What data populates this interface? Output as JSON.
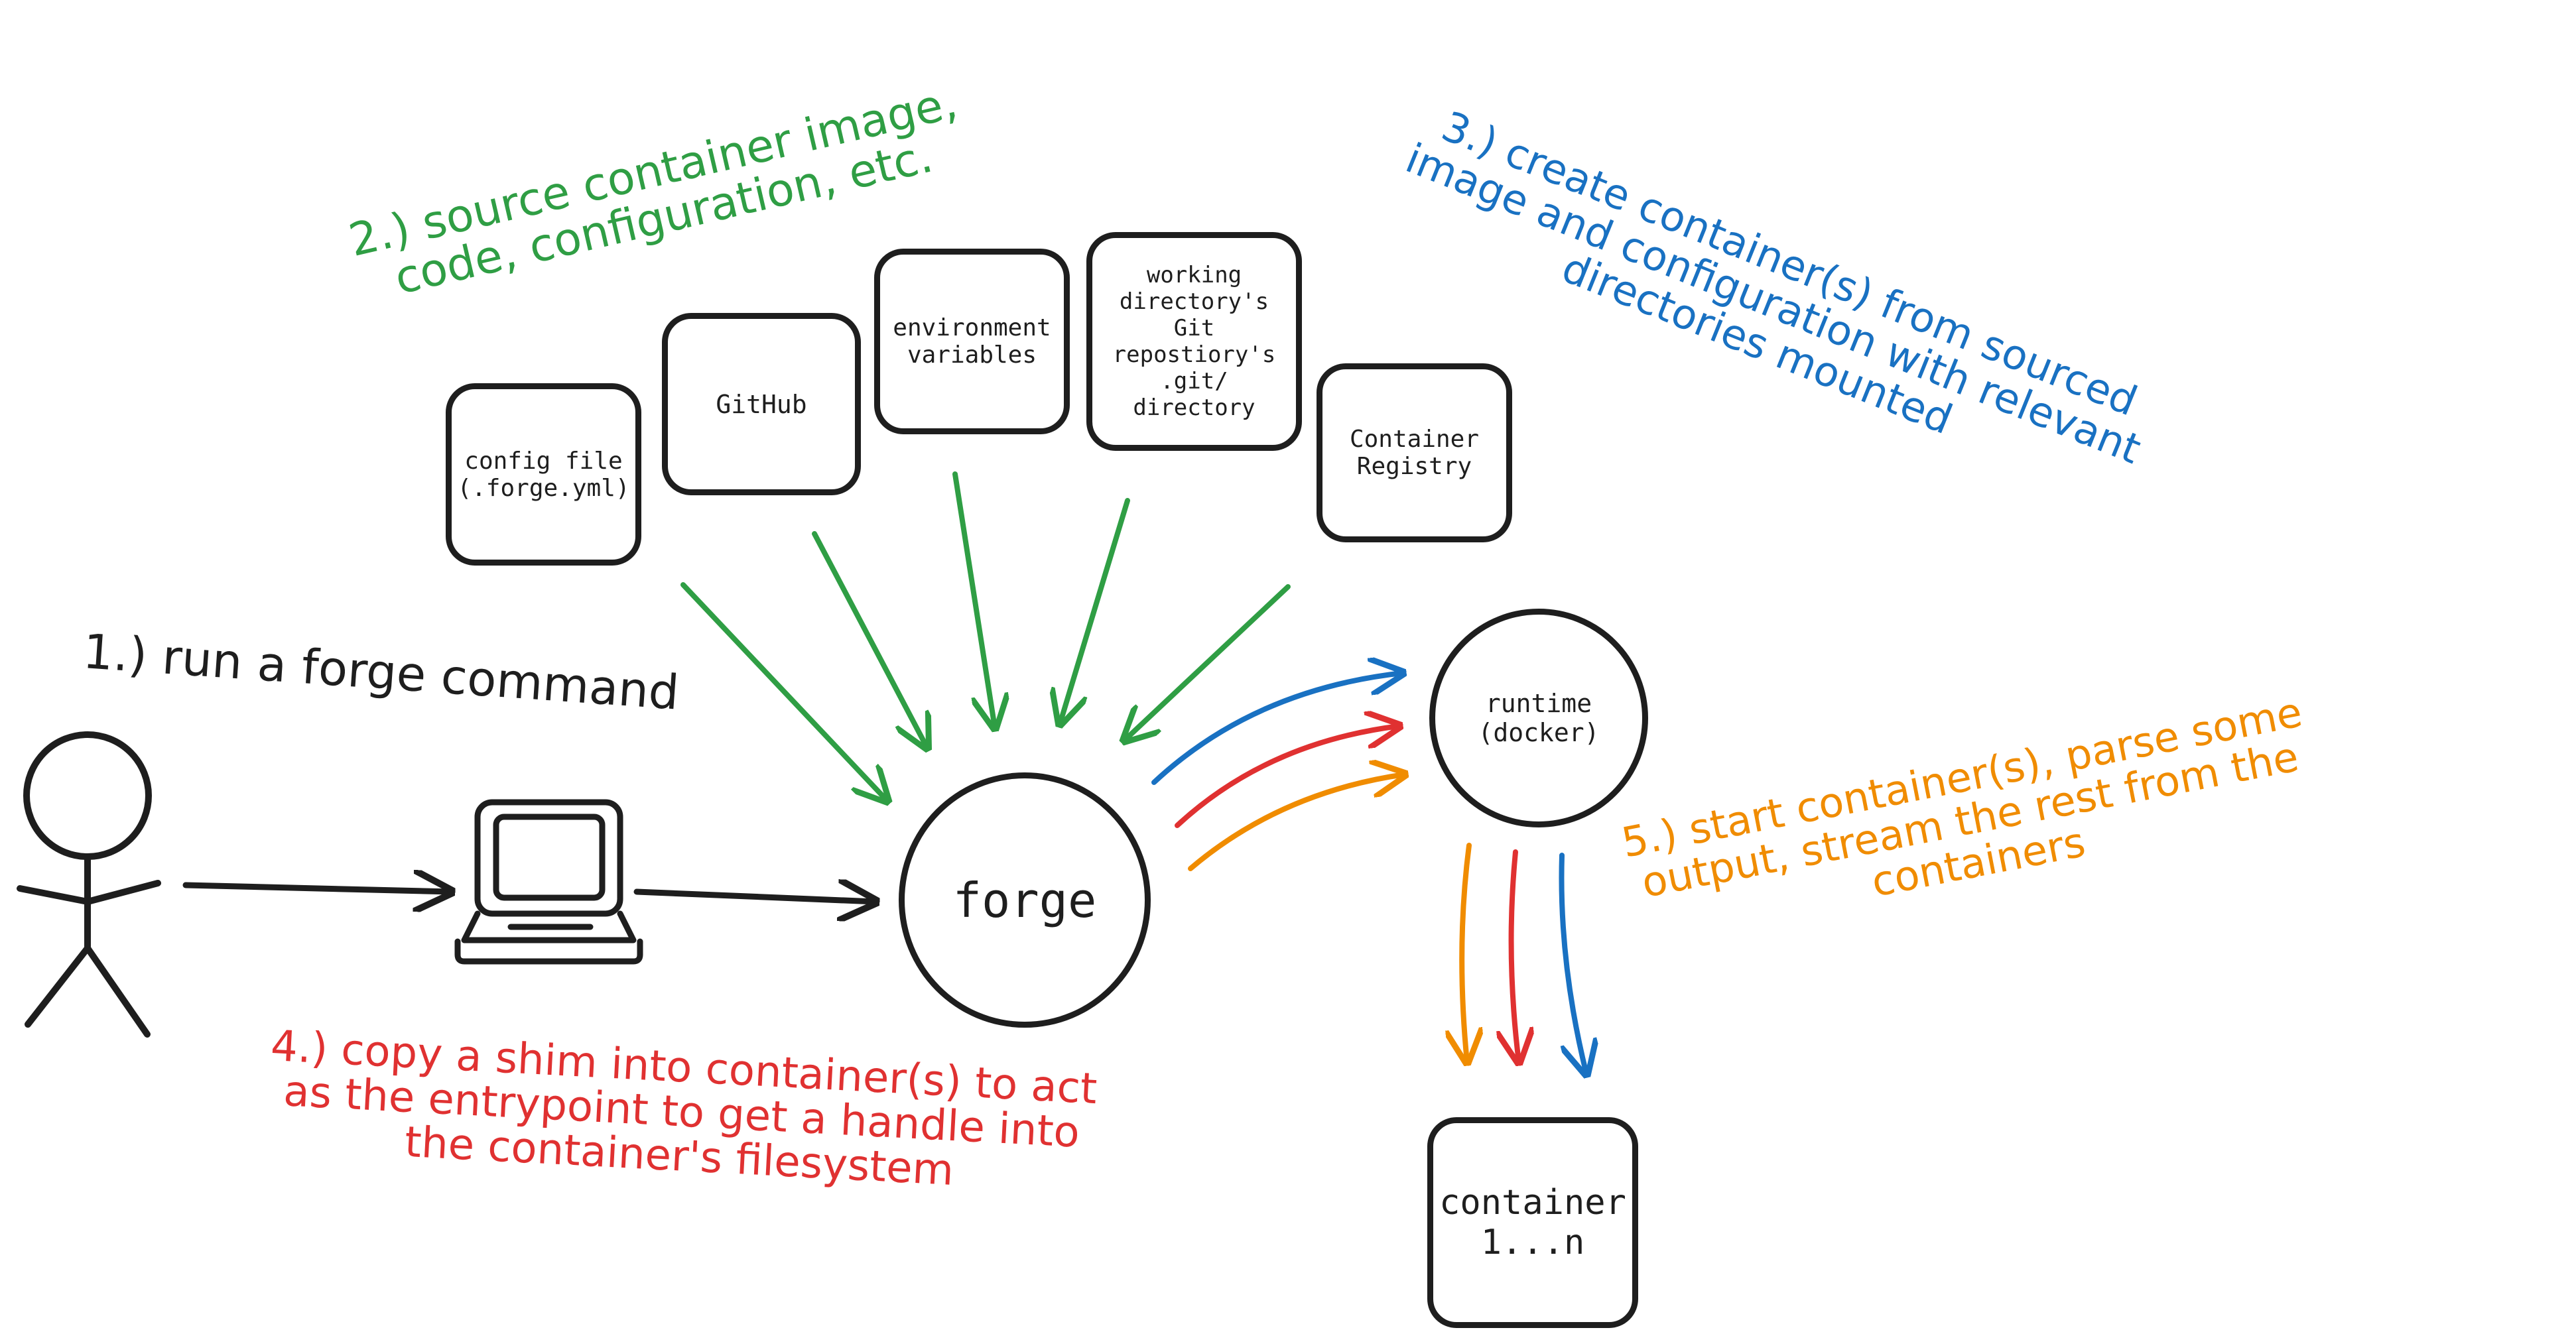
{
  "colors": {
    "ink": "#1e1e1e",
    "green": "#2f9e44",
    "blue": "#1971c2",
    "red": "#e03131",
    "orange": "#f08c00"
  },
  "annotations": {
    "step1": {
      "lines": [
        "1.) run a forge command"
      ]
    },
    "step2": {
      "lines": [
        "2.) source container image,",
        "code, configuration, etc."
      ]
    },
    "step3": {
      "lines": [
        "3.) create container(s) from sourced",
        "image and configuration with relevant",
        "directories mounted"
      ]
    },
    "step4": {
      "lines": [
        "4.) copy a shim into container(s) to act",
        "as the entrypoint to get a handle into",
        "the container's filesystem"
      ]
    },
    "step5": {
      "lines": [
        "5.) start container(s), parse some",
        "output, stream the rest from the",
        "containers"
      ]
    }
  },
  "sources": {
    "config_file": {
      "lines": [
        "config file",
        "(.forge.yml)"
      ]
    },
    "github": {
      "lines": [
        "GitHub"
      ]
    },
    "env_vars": {
      "lines": [
        "environment",
        "variables"
      ]
    },
    "git_dir": {
      "lines": [
        "working",
        "directory's Git",
        "repostiory's",
        ".git/ directory"
      ]
    },
    "registry": {
      "lines": [
        "Container",
        "Registry"
      ]
    }
  },
  "nodes": {
    "forge": {
      "lines": [
        "forge"
      ]
    },
    "runtime": {
      "lines": [
        "runtime",
        "(docker)"
      ]
    },
    "container": {
      "lines": [
        "container",
        "1...n"
      ]
    }
  },
  "icons": [
    "stick-figure-user-icon",
    "laptop-icon"
  ]
}
